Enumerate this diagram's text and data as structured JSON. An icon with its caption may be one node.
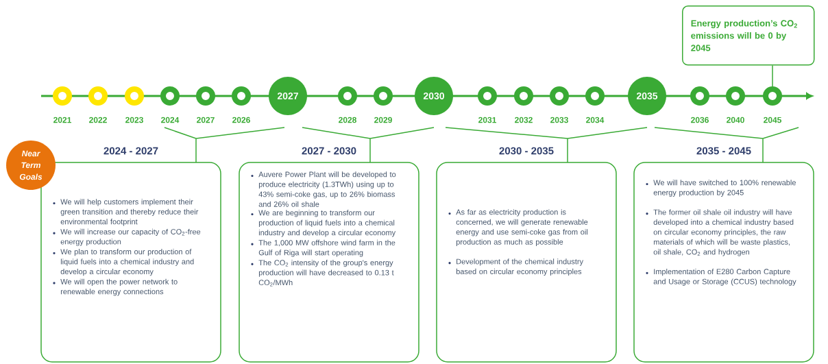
{
  "diagram": {
    "nodes": [
      {
        "text": [
          "Energy production’s CO$_{2}$ emissions will be 0 by 2045"
        ]
      },
      {
        "text": [],
        "shape": "circle",
        "beside": [
          "2021"
        ]
      },
      {
        "text": [],
        "shape": "circle",
        "beside": [
          "2022"
        ]
      },
      {
        "text": [],
        "shape": "circle",
        "beside": [
          "2023"
        ]
      },
      {
        "text": [],
        "shape": "circle",
        "beside": [
          "2024"
        ]
      },
      {
        "text": [],
        "shape": "circle",
        "beside": [
          "2027"
        ]
      },
      {
        "text": [],
        "shape": "circle",
        "beside": [
          "2026"
        ]
      },
      {
        "text": [
          "2027"
        ]
      },
      {
        "text": [],
        "shape": "circle",
        "beside": [
          "2028"
        ]
      },
      {
        "text": [],
        "shape": "circle",
        "beside": [
          "2029"
        ]
      },
      {
        "text": [
          "2030"
        ]
      },
      {
        "text": [],
        "shape": "circle",
        "beside": [
          "2031"
        ]
      },
      {
        "text": [],
        "shape": "circle",
        "beside": [
          "2032"
        ]
      },
      {
        "text": [],
        "shape": "circle",
        "beside": [
          "2033"
        ]
      },
      {
        "text": [],
        "shape": "circle",
        "beside": [
          "2034"
        ]
      },
      {
        "text": [
          "2035"
        ]
      },
      {
        "text": [],
        "shape": "circle",
        "beside": [
          "2036"
        ]
      },
      {
        "text": [],
        "shape": "circle",
        "beside": [
          "2040"
        ]
      },
      {
        "text": [],
        "shape": "circle",
        "beside": [
          "2045"
        ]
      },
      {
        "text": [
          "Near Term Goals"
        ]
      },
      {
        "text": [
          "2024 - 2027",
          "We will help customers implement their green transition and thereby reduce their environmental footprint",
          "We will increase our capacity of CO$_{2}$-free energy production",
          "We plan to transform our production of liquid fuels into a chemical industry and develop a circular economy",
          "We will open the power network to renewable energy connections"
        ]
      },
      {
        "text": [
          "2027 - 2030",
          "Auvere Power Plant will be developed to produce electricity (1.3TWh) using up to 43% semi-coke gas, up to 26% biomass and 26% oil shale",
          "We are beginning to transform our production of liquid fuels into a chemical industry and develop a circular economy",
          "The 1,000 MW offshore wind farm in the Gulf of Riga will start operating",
          "The CO$_{2}$ intensity of the group's energy production will have decreased to 0.13 t CO$_{2}$/MWh"
        ]
      },
      {
        "text": [
          "2030 - 2035",
          "As far as electricity production is concerned, we will generate renewable energy and use semi-coke gas from oil production as much as possible",
          "Development of the chemical industry based on circular economy principles"
        ]
      },
      {
        "text": [
          "2035 - 2045",
          "We will have switched to 100% renewable energy production by 2045",
          "The former oil shale oil industry will have developed into a chemical industry based on circular economy principles, the raw materials of which will be waste plastics, oil shale, CO$_{2}$ and hydrogen",
          "Implementation of E280 Carbon Capture and Usage or Storage (CCUS) technology"
        ]
      }
    ],
    "edges": [
      {
        "from": 0,
        "to": 18,
        "arrow": "none"
      }
    ]
  }
}
